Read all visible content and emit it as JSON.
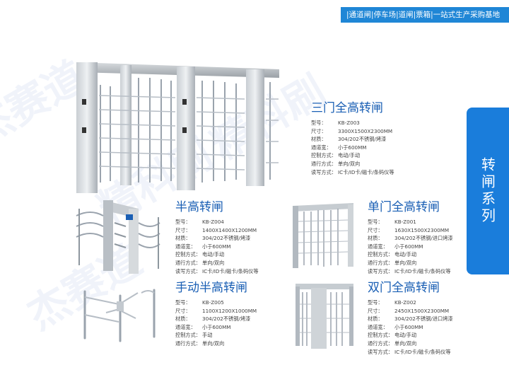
{
  "watermark": [
    "杰赛道",
    "精科刷",
    "杰赛道",
    "精科刷"
  ],
  "banner": "|通道闸|停车场|道闸|票箱|一站式生产采购基地",
  "side_tab": "转闸系列",
  "products": [
    {
      "title": "三门全高转闸",
      "specs": [
        {
          "label": "型号：",
          "value": "KB-Z003"
        },
        {
          "label": "尺寸：",
          "value": "3300X1500X2300MM"
        },
        {
          "label": "材质：",
          "value": "304/202不锈钢/烤漆"
        },
        {
          "label": "通道宽：",
          "value": "小于600MM"
        },
        {
          "label": "控制方式：",
          "value": "电动/手动"
        },
        {
          "label": "通行方式：",
          "value": "单向/双向"
        },
        {
          "label": "读写方式：",
          "value": "IC卡/ID卡/磁卡/条码仪等"
        }
      ]
    },
    {
      "title": "半高转闸",
      "specs": [
        {
          "label": "型号：",
          "value": "KB-Z004"
        },
        {
          "label": "尺寸：",
          "value": "1400X1400X1200MM"
        },
        {
          "label": "材质：",
          "value": "304/202不锈钢/烤漆"
        },
        {
          "label": "通道宽：",
          "value": "小于600MM"
        },
        {
          "label": "控制方式：",
          "value": "电动/手动"
        },
        {
          "label": "通行方式：",
          "value": "单向/双向"
        },
        {
          "label": "读写方式：",
          "value": "IC卡/ID卡/磁卡/条码仪等"
        }
      ]
    },
    {
      "title": "单门全高转闸",
      "specs": [
        {
          "label": "型号：",
          "value": "KB-Z001"
        },
        {
          "label": "尺寸：",
          "value": "1630X1500X2300MM"
        },
        {
          "label": "材质：",
          "value": "304/202不锈钢/进口烤漆"
        },
        {
          "label": "通道宽：",
          "value": "小于600MM"
        },
        {
          "label": "控制方式：",
          "value": "电动/手动"
        },
        {
          "label": "通行方式：",
          "value": "单向/双向"
        },
        {
          "label": "读写方式：",
          "value": "IC卡/ID卡/磁卡/条码仪等"
        }
      ]
    },
    {
      "title": "手动半高转闸",
      "specs": [
        {
          "label": "型号：",
          "value": "KB-Z005"
        },
        {
          "label": "尺寸：",
          "value": "1100X1200X1000MM"
        },
        {
          "label": "材质：",
          "value": "304/202不锈钢/烤漆"
        },
        {
          "label": "通道宽：",
          "value": "小于600MM"
        },
        {
          "label": "控制方式：",
          "value": "手动"
        },
        {
          "label": "通行方式：",
          "value": "单向/双向"
        }
      ]
    },
    {
      "title": "双门全高转闸",
      "specs": [
        {
          "label": "型号：",
          "value": "KB-Z002"
        },
        {
          "label": "尺寸：",
          "value": "2450X1500X2300MM"
        },
        {
          "label": "材质：",
          "value": "304/202不锈钢/进口烤漆"
        },
        {
          "label": "通道宽：",
          "value": "小于600MM"
        },
        {
          "label": "控制方式：",
          "value": "电动/手动"
        },
        {
          "label": "通行方式：",
          "value": "单向/双向"
        },
        {
          "label": "读写方式：",
          "value": "IC卡/ID卡/磁卡/条码仪等"
        }
      ]
    }
  ]
}
